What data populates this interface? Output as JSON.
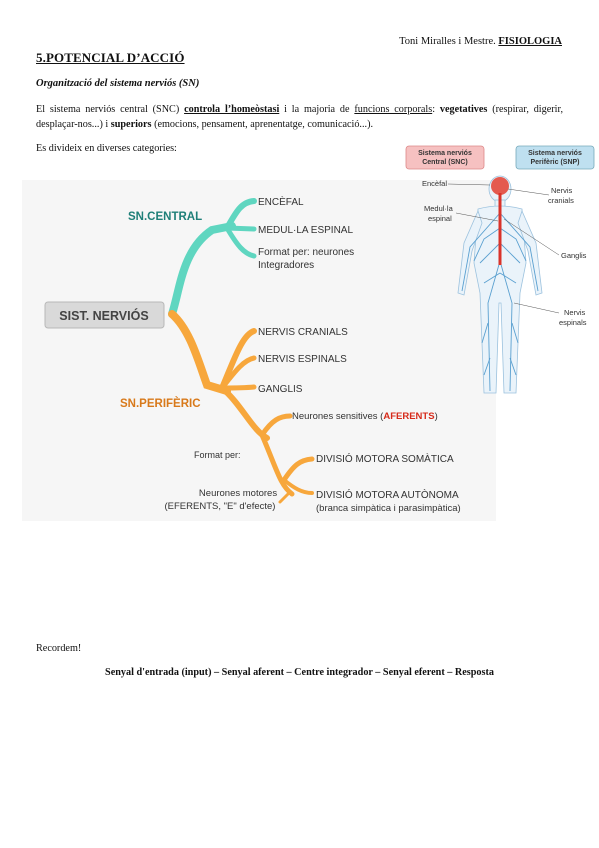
{
  "header": {
    "author": "Toni Miralles i Mestre.",
    "subject": "FISIOLOGIA"
  },
  "title": "5.POTENCIAL D’ACCIÓ",
  "subtitle": "Organització del sistema nerviós (SN)",
  "paragraph": {
    "p1": "El sistema nerviós central (SNC) ",
    "homeostasi": "controla l’homeòstasi",
    "p2": " i la majoria de ",
    "funcions": "funcions corporals",
    "p3": ": ",
    "vegetatives": "vegetatives",
    "p4": " (respirar, digerir, desplaçar-nos...) i ",
    "superiors": "superiors",
    "p5": " (emocions, pensament, aprenentatge, comunicació...)."
  },
  "categories_intro": "Es divideix en diverses categories:",
  "mindmap": {
    "root": "SIST. NERVIÓS",
    "central": {
      "label": "SN.CENTRAL",
      "items": [
        "ENCÈFAL",
        "MEDUL·LA ESPINAL"
      ],
      "format_line1": "Format per: neurones",
      "format_line2": "Integradores"
    },
    "periferic": {
      "label": "SN.PERIFÈRIC",
      "items": [
        "NERVIS CRANIALS",
        "NERVIS ESPINALS",
        "GANGLIS"
      ],
      "format_label": "Format per:",
      "afferent_prefix": "Neurones sensitives (",
      "afferent_word": "AFERENTS",
      "afferent_suffix": ")",
      "efferent_line1": "Neurones motores",
      "efferent_line2": "(EFERENTS, \"E\" d'efecte)",
      "somatic": "DIVISIÓ MOTORA SOMÀTICA",
      "autonomic": "DIVISIÓ MOTORA AUTÒNOMA",
      "autonomic_sub": "(branca simpàtica i parasimpàtica)"
    }
  },
  "body_figure": {
    "snc_line1": "Sistema nerviós",
    "snc_line2": "Central (SNC)",
    "snp_line1": "Sistema nerviós",
    "snp_line2": "Perifèric (SNP)",
    "encefal": "Encèfal",
    "medulla_line1": "Medul·la",
    "medulla_line2": "espinal",
    "nervis_cranials_line1": "Nervis",
    "nervis_cranials_line2": "cranials",
    "ganglis": "Ganglis",
    "nervis_espinals_line1": "Nervis",
    "nervis_espinals_line2": "espinals"
  },
  "recordem": "Recordem!",
  "flow": "Senyal d'entrada (input) – Senyal aferent – Centre integrador – Senyal eferent – Resposta",
  "colors": {
    "teal": "#5fd6c0",
    "orange": "#f7a73c",
    "central_label": "#1e7f78",
    "periferic_label": "#d8791a",
    "afferent_red": "#d62a1a",
    "snc_box": "#f6c1c1",
    "snp_box": "#bfe0f0",
    "nerve_blue": "#5aa0d0",
    "cord_red": "#d9332a"
  }
}
